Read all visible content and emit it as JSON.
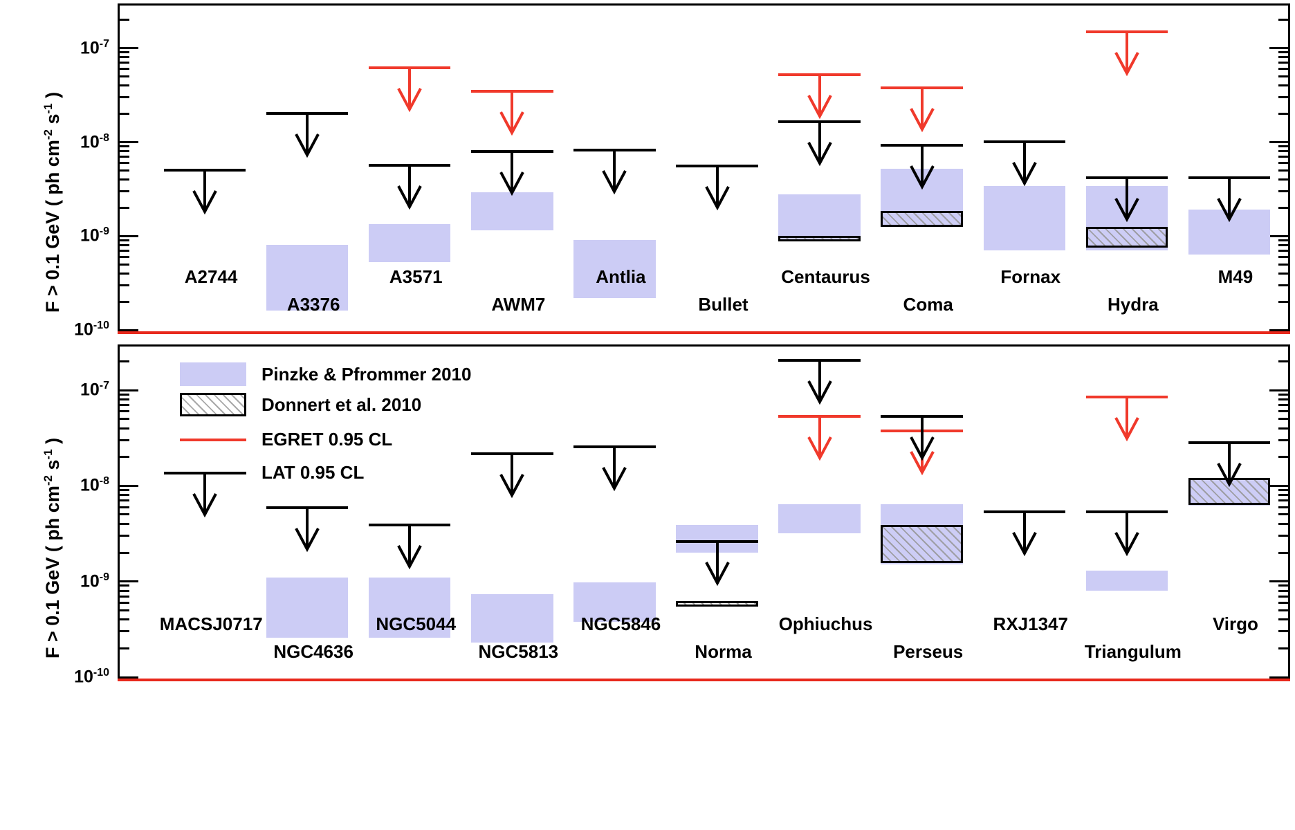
{
  "figure": {
    "ylabel_prefix": "F > 0.1 GeV ( ph cm",
    "ylabel_full": "F > 0.1 GeV ( ph cm-2 s-1 )",
    "ylabel_exp1": "-2",
    "ylabel_mid": " s",
    "ylabel_exp2": "-1",
    "ylabel_suffix": " )",
    "ytick_labels": [
      "10-7",
      "10-8",
      "10-9",
      "10-10"
    ],
    "ytick_mantissa": "10",
    "ytick_exps": [
      "-7",
      "-8",
      "-9",
      "-10"
    ],
    "colors": {
      "pinzke_band": "#ccccf5",
      "egret_red": "#f0392b",
      "lat_black": "#000000",
      "frame_red": "#e8291c"
    }
  },
  "legend": {
    "position": "upper-left of bottom panel",
    "entries": [
      {
        "label": "Pinzke & Pfrommer 2010",
        "marker": "blue-band"
      },
      {
        "label": "Donnert et al. 2010",
        "marker": "hatched-box"
      },
      {
        "label": "EGRET 0.95 CL",
        "marker": "red-line"
      },
      {
        "label": "LAT 0.95 CL",
        "marker": "black-line"
      }
    ]
  },
  "chart_data": {
    "type": "bar",
    "title": "",
    "xlabel": "",
    "ylabel": "F > 0.1 GeV ( ph cm^-2 s^-1 )",
    "ylim": [
      1e-10,
      3e-07
    ],
    "yscale": "log",
    "grid": false,
    "legend_position": "upper-left (bottom panel)",
    "panels": [
      {
        "panel": "top",
        "categories": [
          "A2744",
          "A3376",
          "A3571",
          "AWM7",
          "Antlia",
          "Bullet",
          "Centaurus",
          "Coma",
          "Fornax",
          "Hydra",
          "M49"
        ],
        "lat_limits": [
          5.2e-09,
          2.1e-08,
          5.9e-09,
          8.2e-09,
          8.5e-09,
          5.8e-09,
          1.7e-08,
          9.6e-09,
          1.05e-08,
          4.3e-09,
          4.3e-09
        ],
        "egret_limits": [
          null,
          null,
          6.4e-08,
          3.6e-08,
          null,
          null,
          5.4e-08,
          3.9e-08,
          null,
          1.55e-07,
          null
        ],
        "pinzke_band": [
          null,
          [
            1.6e-10,
            8e-10
          ],
          [
            5.3e-10,
            1.35e-09
          ],
          [
            1.15e-09,
            2.9e-09
          ],
          [
            2.2e-10,
            9e-10
          ],
          null,
          [
            9.3e-10,
            2.8e-09
          ],
          [
            1.45e-09,
            5.2e-09
          ],
          [
            7e-10,
            3.4e-09
          ],
          [
            7e-10,
            3.4e-09
          ],
          [
            6.3e-10,
            1.9e-09
          ]
        ],
        "donnert_band": [
          null,
          null,
          null,
          null,
          null,
          null,
          [
            9e-10,
            1e-09
          ],
          [
            1.25e-09,
            1.85e-09
          ],
          null,
          [
            7.5e-10,
            1.25e-09
          ],
          null
        ]
      },
      {
        "panel": "bottom",
        "categories": [
          "MACSJ0717",
          "NGC4636",
          "NGC5044",
          "NGC5813",
          "NGC5846",
          "Norma",
          "Ophiuchus",
          "Perseus",
          "RXJ1347",
          "Triangulum",
          "Virgo"
        ],
        "lat_limits": [
          1.4e-08,
          6.1e-09,
          4e-09,
          2.25e-08,
          2.65e-08,
          2.7e-09,
          2.1e-07,
          5.5e-08,
          5.5e-09,
          5.5e-09,
          2.9e-08
        ],
        "egret_limits": [
          null,
          null,
          null,
          null,
          null,
          null,
          5.5e-08,
          3.9e-08,
          null,
          8.7e-08,
          null
        ],
        "pinzke_band": [
          null,
          [
            2.6e-10,
            1.1e-09
          ],
          [
            2.6e-10,
            1.1e-09
          ],
          [
            2.3e-10,
            7.4e-10
          ],
          [
            3.8e-10,
            9.8e-10
          ],
          [
            2e-09,
            3.9e-09
          ],
          [
            3.2e-09,
            6.4e-09
          ],
          [
            1.5e-09,
            6.4e-09
          ],
          null,
          [
            8e-10,
            1.3e-09
          ],
          [
            6.2e-09,
            1.2e-08
          ]
        ],
        "donnert_band": [
          null,
          null,
          null,
          null,
          null,
          [
            5.5e-10,
            6.2e-10
          ],
          null,
          [
            1.55e-09,
            3.9e-09
          ],
          null,
          null,
          [
            6.3e-09,
            1.2e-08
          ]
        ]
      }
    ]
  }
}
